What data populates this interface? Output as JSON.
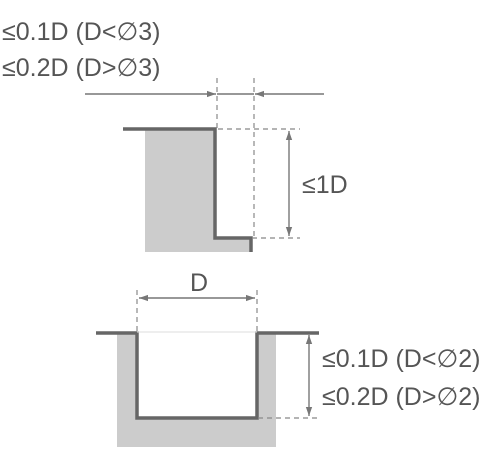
{
  "top_detail": {
    "width_tolerance_line1": "≤0.1D (D<∅3)",
    "width_tolerance_line2": "≤0.2D (D>∅3)",
    "depth_tolerance": "≤1D"
  },
  "bottom_detail": {
    "diameter_label": "D",
    "depth_tolerance_line1": "≤0.1D (D<∅2)",
    "depth_tolerance_line2": "≤0.2D (D>∅2)"
  },
  "colors": {
    "fill": "#cccccc",
    "outline": "#666666",
    "dimension": "#777777",
    "text": "#555555"
  }
}
